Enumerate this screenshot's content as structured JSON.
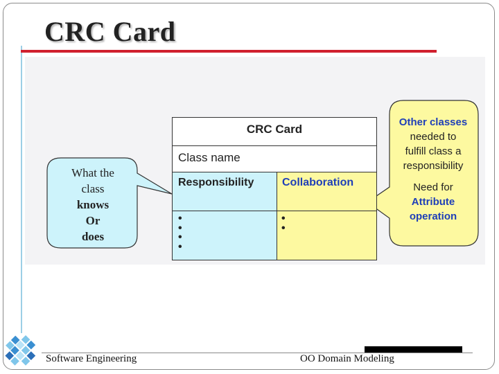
{
  "slide": {
    "title": "CRC Card"
  },
  "crc_card": {
    "header": "CRC Card",
    "class_name_label": "Class name",
    "responsibility_label": "Responsibility",
    "collaboration_label": "Collaboration",
    "responsibility_bullets": [
      "•",
      "•",
      "•",
      "•"
    ],
    "collaboration_bullets": [
      "•",
      "•"
    ]
  },
  "left_callout": {
    "line1": "What the",
    "line2": "class",
    "line3": "knows",
    "line4": "Or",
    "line5": "does"
  },
  "right_callout": {
    "line1": "Other classes",
    "line2": "needed to",
    "line3": "fulfill class a",
    "line4": "responsibility",
    "line5": "Need for",
    "line6": "Attribute",
    "line7": "operation"
  },
  "footer": {
    "left": "Software Engineering",
    "right": "OO Domain  Modeling"
  },
  "colors": {
    "title_underline": "#d0202e",
    "responsibility_fill": "#cdf3fb",
    "collaboration_fill": "#fdf9a0",
    "accent_blue": "#1f3fb8"
  }
}
